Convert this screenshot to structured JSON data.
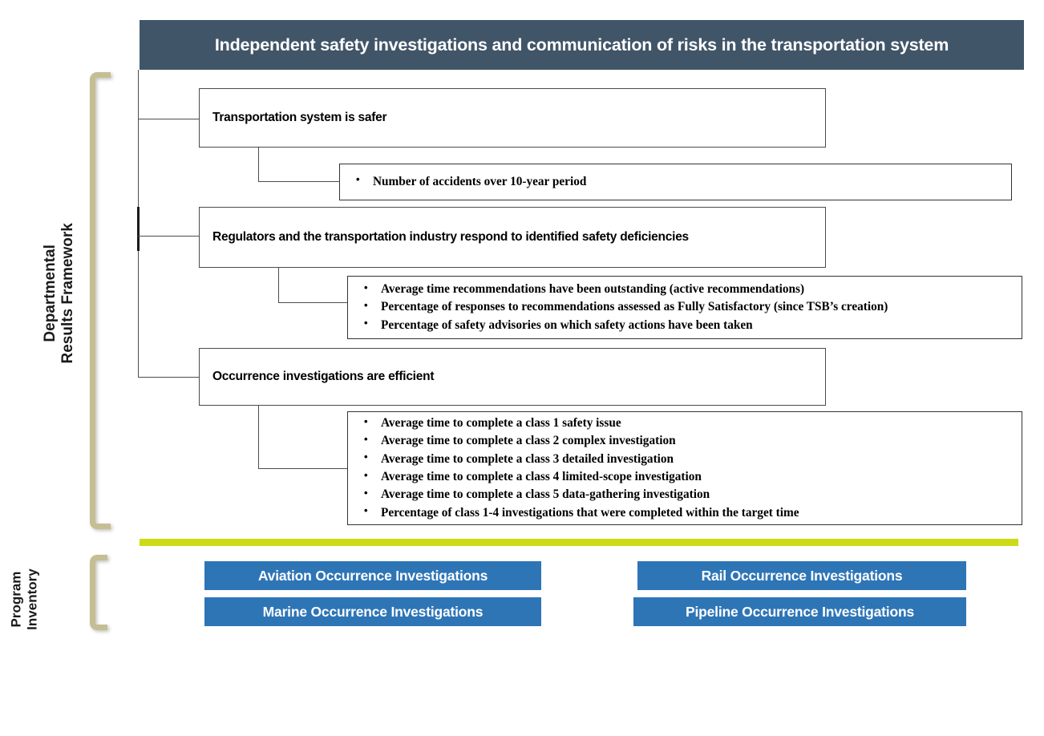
{
  "header": {
    "title": "Independent safety investigations and communication of risks in the transportation system"
  },
  "sidebar": {
    "departmental": {
      "line1": "Departmental",
      "line2": "Results Framework"
    },
    "program": {
      "line1": "Program",
      "line2": "Inventory"
    }
  },
  "results": [
    {
      "label": "Transportation system is safer",
      "indicators": [
        "Number of accidents over 10-year period"
      ]
    },
    {
      "label": "Regulators and the transportation industry respond to identified safety deficiencies",
      "indicators": [
        "Average time recommendations have been outstanding (active recommendations)",
        "Percentage of responses to recommendations assessed as Fully Satisfactory (since TSB’s creation)",
        "Percentage of safety advisories on which safety actions have been taken"
      ]
    },
    {
      "label": "Occurrence investigations are efficient",
      "indicators": [
        "Average time to complete a class 1 safety issue",
        "Average time to complete a class 2 complex investigation",
        "Average time to complete a class 3 detailed investigation",
        "Average time to complete a class 4 limited-scope investigation",
        "Average time to complete a class 5 data-gathering investigation",
        "Percentage of class 1-4 investigations that were completed within the target time"
      ]
    }
  ],
  "programs": [
    "Aviation Occurrence Investigations",
    "Rail Occurrence Investigations",
    "Marine Occurrence Investigations",
    "Pipeline Occurrence Investigations"
  ],
  "colors": {
    "header_bg": "#415568",
    "bracket": "#c6be93",
    "divider_green": "#ccdb16",
    "program_blue": "#2e75b6",
    "box_border": "#4a4a4a"
  }
}
